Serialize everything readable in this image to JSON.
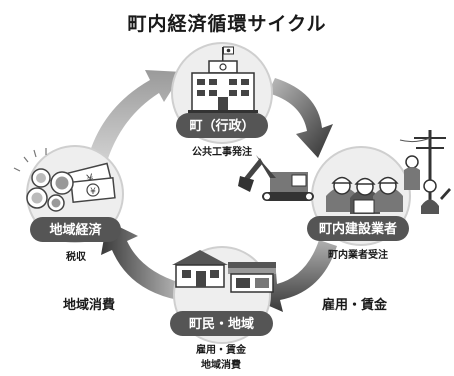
{
  "title": "町内経済循環サイクル",
  "nodes": {
    "town": {
      "label": "町（行政）",
      "sub": "公共工事発注"
    },
    "contractors": {
      "label": "町内建設業者",
      "sub": "町内業者受注"
    },
    "residents": {
      "label": "町民・地域",
      "sub_line1": "雇用・賃金",
      "sub_line2": "地域消費"
    },
    "economy": {
      "label": "地域経済",
      "sub": "税収"
    }
  },
  "flows": {
    "consumption": "地域消費",
    "employment": "雇用・賃金"
  },
  "colors": {
    "pill": "#555555",
    "arrow_dark": "#3a3a3a",
    "arrow_light": "#c9c9c9",
    "circle_fill": "#eeeeee",
    "circle_stroke": "#cfcfcf"
  }
}
